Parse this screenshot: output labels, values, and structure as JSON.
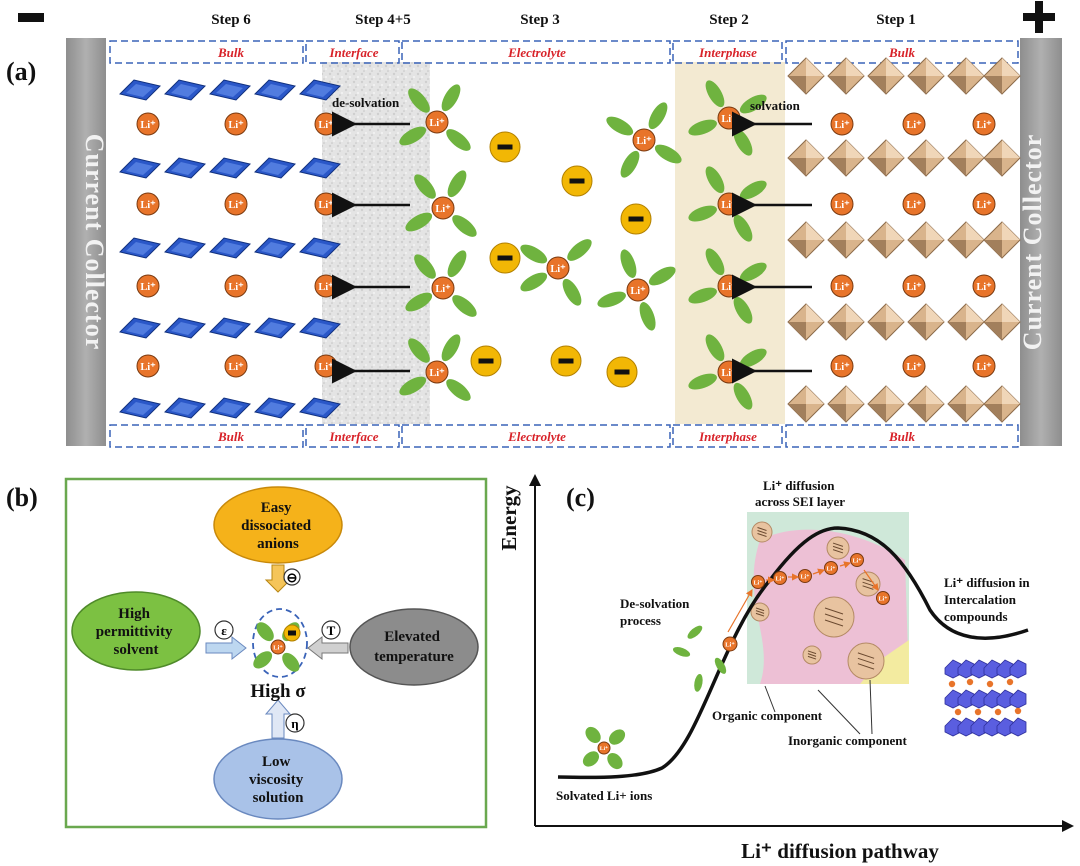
{
  "panel_a": {
    "label": "(a)",
    "neg_sign": "−",
    "pos_sign": "+",
    "steps": [
      "Step 6",
      "Step 4+5",
      "Step 3",
      "Step 2",
      "Step 1"
    ],
    "top_regions": [
      "Bulk",
      "Interface",
      "Electrolyte",
      "Interphase",
      "Bulk"
    ],
    "bottom_regions": [
      "Bulk",
      "Interface",
      "Electrolyte",
      "Interphase",
      "Bulk"
    ],
    "left_collector": "Current Collector",
    "right_collector": "Current Collector",
    "desolvation": "de-solvation",
    "solvation": "solvation",
    "li_label": "Li⁺",
    "anion_label": "−",
    "colors": {
      "collector": "#9a9a9a",
      "anode_crystal": "#2a57c8",
      "li_ion": "#e8742a",
      "anion": "#f2b705",
      "solvent": "#6fb33f",
      "interphase": "#f3ead2",
      "cathode_crystal": "#d9b48c",
      "region_red": "#d8232a",
      "dash_blue": "#3a63b8"
    }
  },
  "panel_b": {
    "label": "(b)",
    "top": "Easy dissociated anions",
    "left": "High permittivity solvent",
    "right": "Elevated temperature",
    "bottom": "Low viscosity solution",
    "center": "High σ",
    "sym_top": "⊖",
    "sym_left": "ε",
    "sym_right": "T",
    "sym_bottom": "η",
    "colors": {
      "top": "#f5b21a",
      "left": "#7cc142",
      "right": "#8c8c8c",
      "bottom": "#a9c2e8",
      "frame": "#6aa84f"
    }
  },
  "panel_c": {
    "label": "(c)",
    "y_axis": "Energy",
    "x_axis": "Li⁺ diffusion pathway",
    "sei_title": "Li⁺ diffusion across SEI layer",
    "desolv": "De-solvation process",
    "intercal": "Li⁺ diffusion in Intercalation compounds",
    "organic": "Organic component",
    "inorganic": "Inorganic component",
    "solvated": "Solvated Li+ ions"
  }
}
